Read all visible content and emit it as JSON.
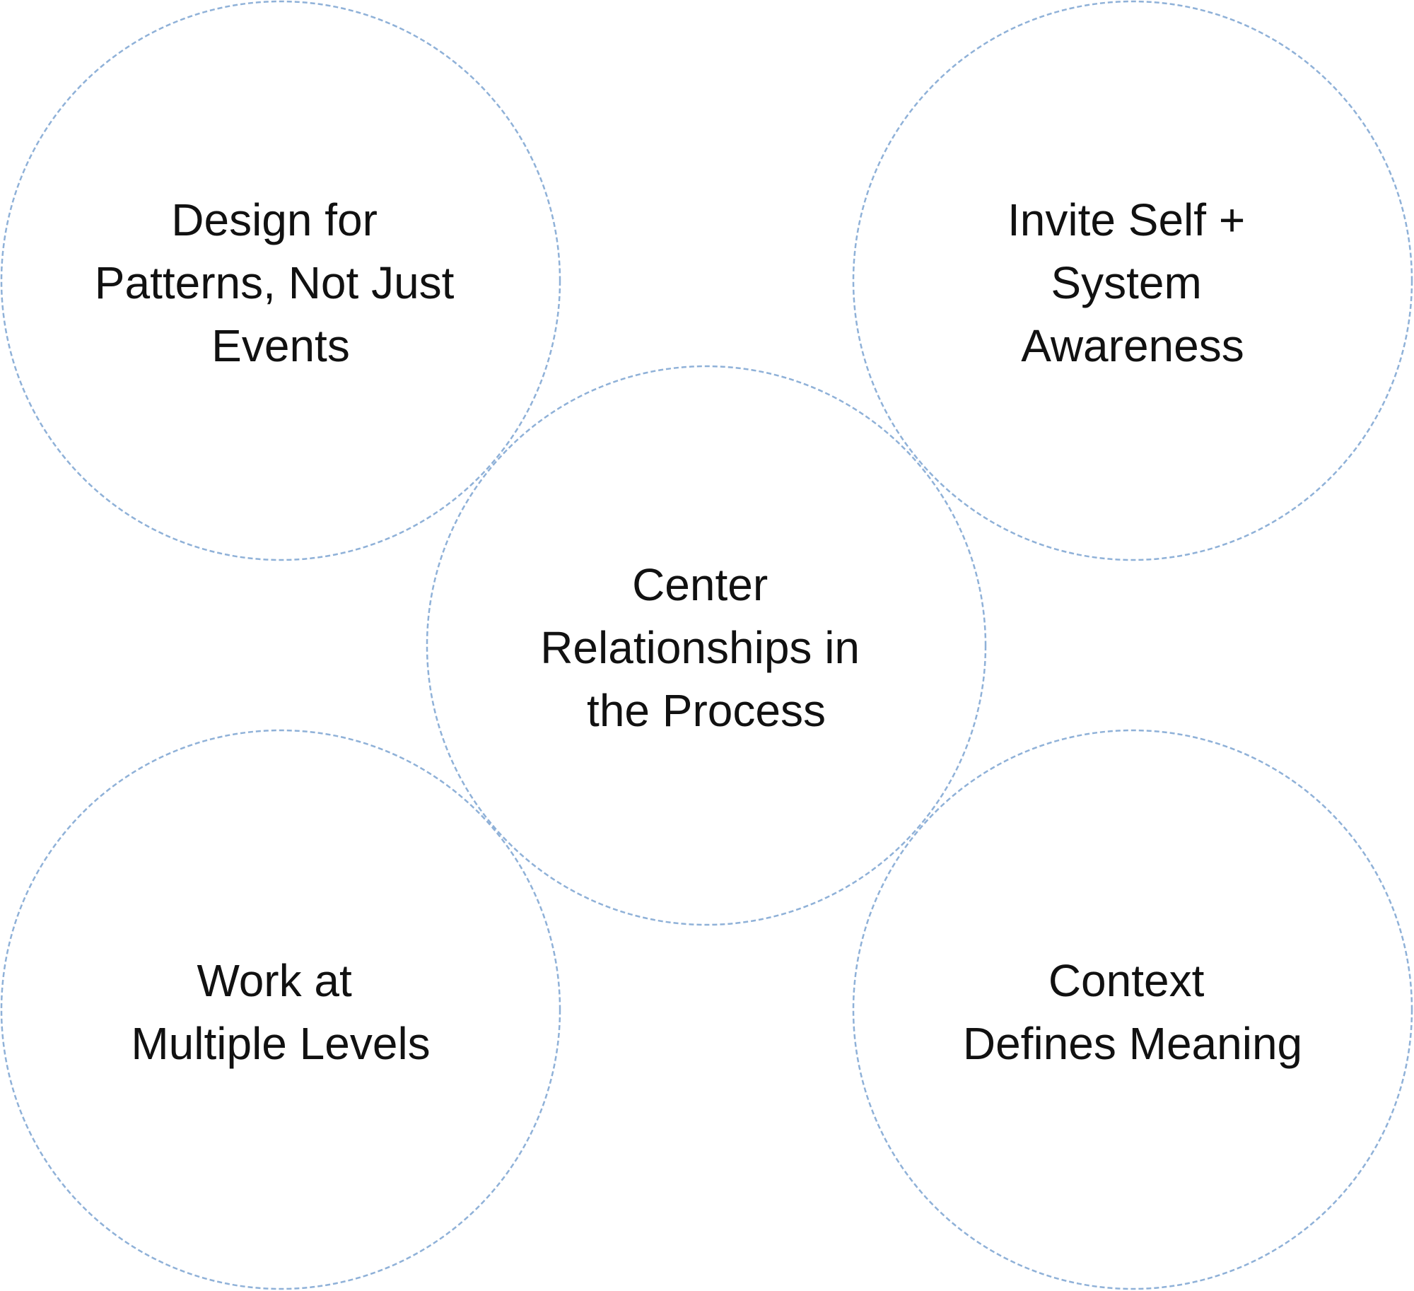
{
  "diagram": {
    "stroke_color": "#8fb1d8",
    "text_color": "#111111",
    "circles": [
      {
        "id": "top-left",
        "lines": [
          "Design for",
          "Patterns, Not Just",
          "Events"
        ]
      },
      {
        "id": "top-right",
        "lines": [
          "Invite Self +",
          "System",
          "Awareness"
        ]
      },
      {
        "id": "center",
        "lines": [
          "Center",
          "Relationships in",
          "the Process"
        ]
      },
      {
        "id": "bottom-left",
        "lines": [
          "Work at",
          "Multiple Levels"
        ]
      },
      {
        "id": "bottom-right",
        "lines": [
          "Context",
          "Defines Meaning"
        ]
      }
    ]
  }
}
